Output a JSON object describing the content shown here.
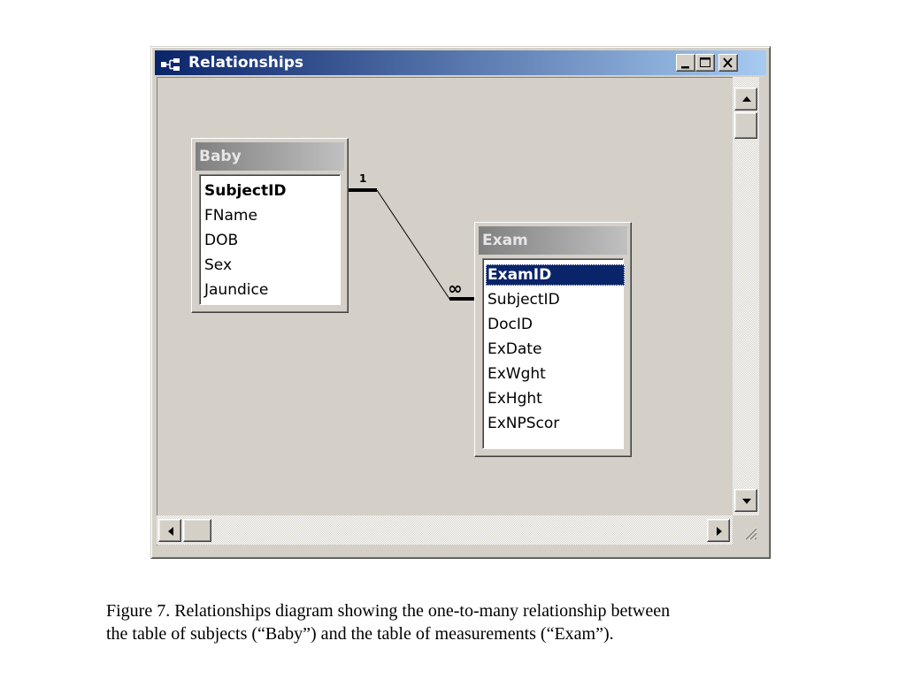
{
  "window": {
    "title": "Relationships",
    "icon": "relationships-icon",
    "controls": [
      "minimize-icon",
      "maximize-icon",
      "close-icon"
    ]
  },
  "tables": {
    "baby": {
      "title": "Baby",
      "fields": [
        "SubjectID",
        "FName",
        "DOB",
        "Sex",
        "Jaundice"
      ],
      "primary_key": "SubjectID"
    },
    "exam": {
      "title": "Exam",
      "fields": [
        "ExamID",
        "SubjectID",
        "DocID",
        "ExDate",
        "ExWght",
        "ExHght",
        "ExNPScor"
      ],
      "primary_key": "ExamID",
      "selected_field": "ExamID"
    }
  },
  "relationship": {
    "from_table": "Baby",
    "from_field": "SubjectID",
    "to_table": "Exam",
    "to_field": "SubjectID",
    "one_label": "1",
    "many_label": "∞"
  },
  "colors": {
    "titlebar_start": "#0a246a",
    "titlebar_end": "#a6caf0",
    "window_face": "#d4d0c8",
    "selection": "#0a246a",
    "table_title_start": "#808080",
    "table_title_end": "#c0c0c0"
  },
  "caption": {
    "line1": "Figure 7. Relationships diagram showing the one-to-many relationship between",
    "line2": "the table of subjects (“Baby”) and the table of measurements  (“Exam”)."
  }
}
